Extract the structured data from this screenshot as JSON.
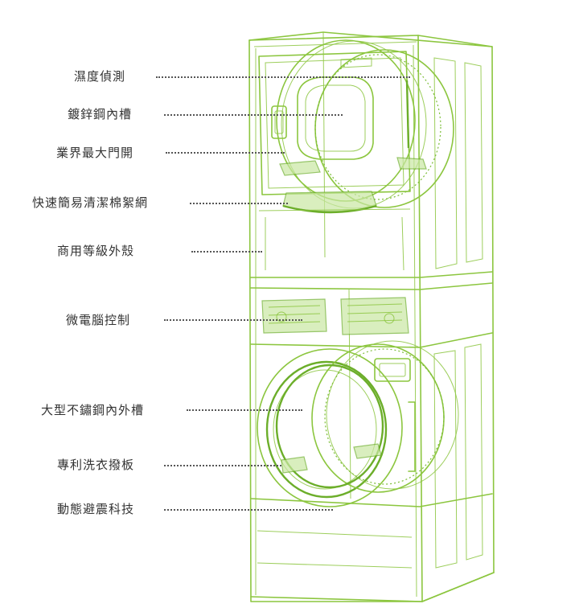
{
  "colors": {
    "line": "#8cc63f",
    "line_dark": "#6cae2a",
    "text": "#333333",
    "leader": "#555555"
  },
  "callouts": [
    {
      "id": "humidity-sensor",
      "label": "濕度偵測"
    },
    {
      "id": "galvanized-drum",
      "label": "鍍鋅鋼內槽"
    },
    {
      "id": "large-door",
      "label": "業界最大門開"
    },
    {
      "id": "lint-filter",
      "label": "快速簡易清潔棉絮網"
    },
    {
      "id": "commercial-shell",
      "label": "商用等級外殼"
    },
    {
      "id": "micro-controls",
      "label": "微電腦控制"
    },
    {
      "id": "stainless-tub",
      "label": "大型不鏽鋼內外槽"
    },
    {
      "id": "washer-paddle",
      "label": "專利洗衣撥板"
    },
    {
      "id": "vibration-tech",
      "label": "動態避震科技"
    }
  ]
}
